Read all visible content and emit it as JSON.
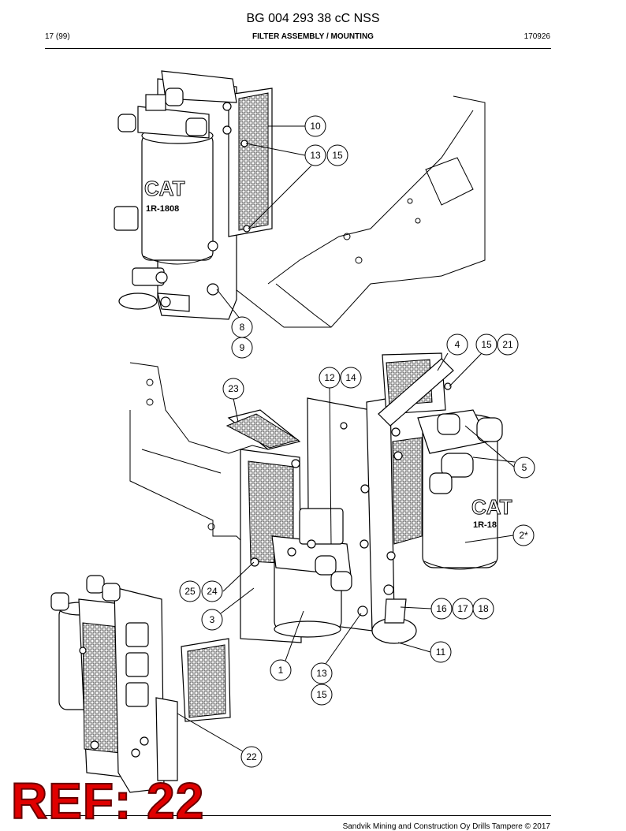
{
  "header": {
    "doc_code": "BG 004 293 38 cC NSS",
    "page": "17 (99)",
    "title": "FILTER ASSEMBLY / MOUNTING",
    "date": "170926"
  },
  "filter_label": {
    "brand": "CAT",
    "part_number": "1R-1808",
    "part_number_partial": "1R-18"
  },
  "callouts": [
    "10",
    "13",
    "15",
    "8",
    "9",
    "4",
    "15",
    "21",
    "12",
    "14",
    "23",
    "5",
    "2*",
    "25",
    "24",
    "3",
    "16",
    "17",
    "18",
    "11",
    "1",
    "13",
    "15",
    "22"
  ],
  "footer": {
    "copyright": "Sandvik Mining and Construction Oy Drills Tampere © 2017"
  },
  "stamp": {
    "ref": "REF: 22"
  }
}
